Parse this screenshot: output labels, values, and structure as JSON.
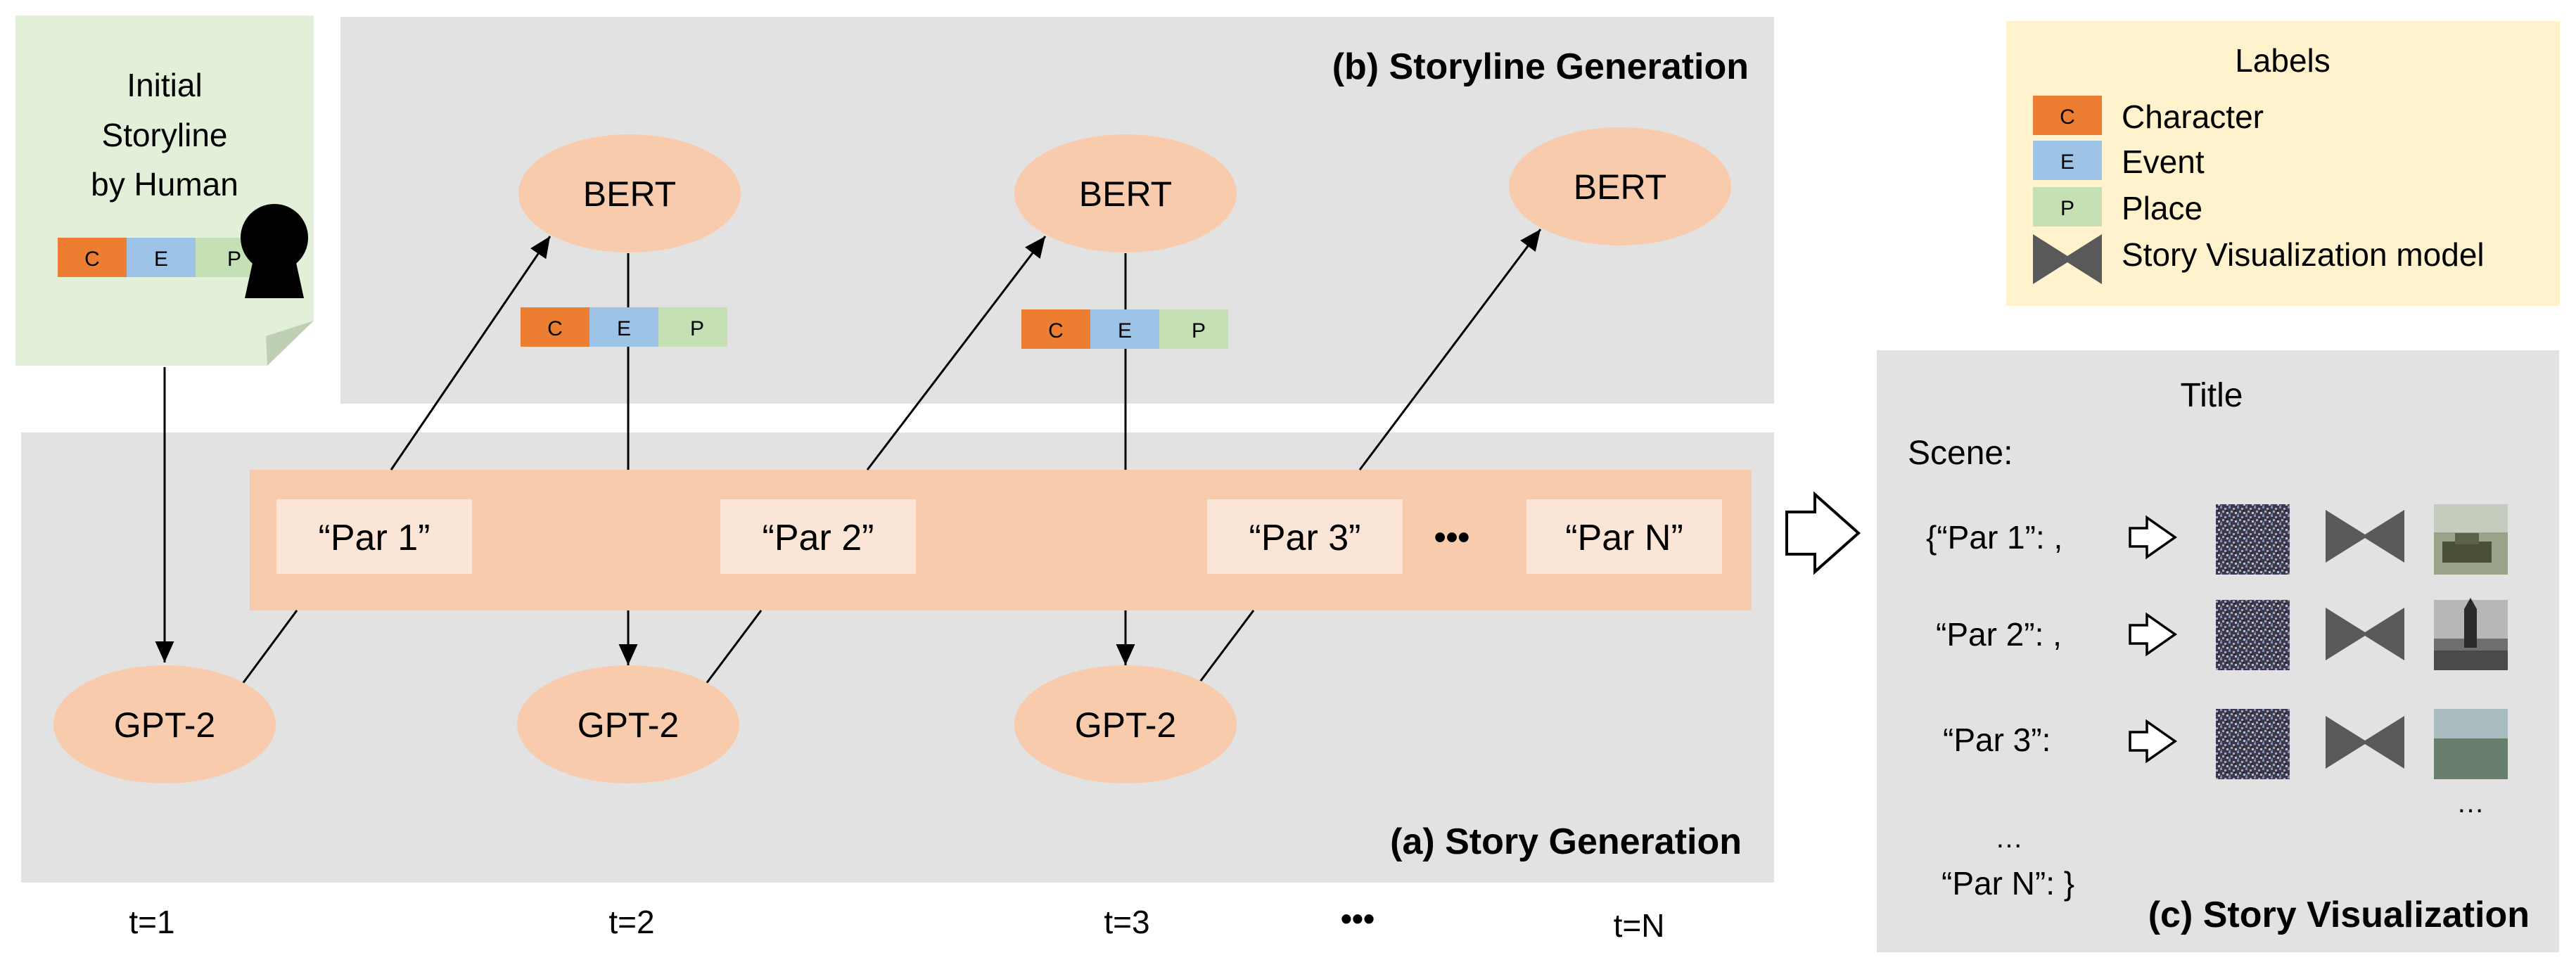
{
  "initial_note": {
    "lines": [
      "Initial",
      "Storyline",
      "by Human"
    ],
    "bar": [
      "C",
      "E",
      "P"
    ]
  },
  "panels": {
    "storyline": "(b) Storyline Generation",
    "story": "(a) Story Generation",
    "visualization": "(c) Story Visualization"
  },
  "bert_nodes": [
    "BERT",
    "BERT",
    "BERT"
  ],
  "gpt_nodes": [
    "GPT-2",
    "GPT-2",
    "GPT-2"
  ],
  "cep_tags": [
    "C",
    "E",
    "P"
  ],
  "paragraphs": [
    "“Par 1”",
    "“Par 2”",
    "“Par 3”",
    "“Par N”"
  ],
  "ellipsis": "•••",
  "timesteps": [
    "t=1",
    "t=2",
    "t=3",
    "t=N"
  ],
  "legend": {
    "title": "Labels",
    "items": [
      {
        "tag": "C",
        "label": "Character",
        "color": "#ED7D31"
      },
      {
        "tag": "E",
        "label": "Event",
        "color": "#9DC3E6"
      },
      {
        "tag": "P",
        "label": "Place",
        "color": "#C5E0B4"
      },
      {
        "tag": "",
        "label": "Story Visualization model",
        "color": "#595959"
      }
    ]
  },
  "visualization": {
    "title": "Title",
    "scene_label": "Scene:",
    "rows": [
      "{“Par 1”: ,",
      "“Par 2”: ,",
      "“Par 3”:"
    ],
    "dots": [
      "…",
      "…"
    ],
    "last_row": "“Par N”:  }"
  },
  "colors": {
    "node_fill": "#F8CBAD",
    "panel_gray": "#E2E2E2",
    "band": "#F8CBAD",
    "par_box": "#FBE5D6",
    "note_fill": "#E2F0D9",
    "legend_fill": "#FFF2CC",
    "c": "#ED7D31",
    "e": "#9DC3E6",
    "p": "#C5E0B4",
    "model": "#595959"
  }
}
